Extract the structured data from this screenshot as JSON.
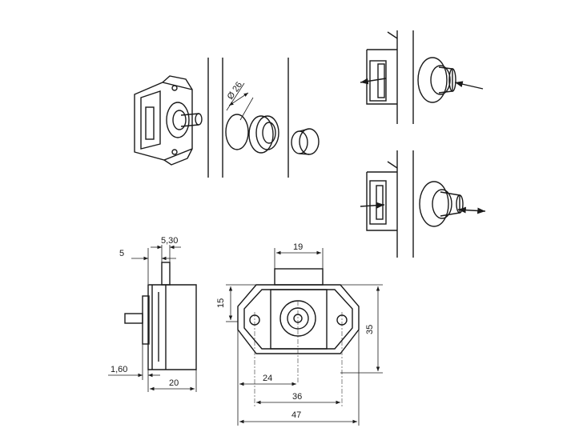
{
  "figure": {
    "labels": {
      "hole_diameter": "Ø 26"
    },
    "dimensions": {
      "side_top_left": "5",
      "side_top_right": "5,30",
      "side_bottom_small": "1,60",
      "side_depth": "20",
      "front_button_width": "19",
      "front_height_small": "15",
      "front_height": "35",
      "front_offset": "24",
      "front_hole_spacing": "36",
      "front_total_width": "47"
    }
  }
}
